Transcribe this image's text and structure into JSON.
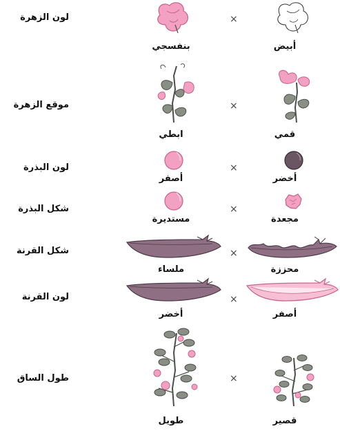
{
  "traits": [
    {
      "name": "لون الزهرة",
      "left": "بنفسجي",
      "right": "أبيض"
    },
    {
      "name": "موقع الزهرة",
      "left": "ابطي",
      "right": "قمي"
    },
    {
      "name": "لون البذرة",
      "left": "أصفر",
      "right": "أخضر"
    },
    {
      "name": "شكل البذرة",
      "left": "مستديرة",
      "right": "مجعدة"
    },
    {
      "name": "شكل القرنة",
      "left": "ملساء",
      "right": "محززة"
    },
    {
      "name": "لون القرنة",
      "left": "أخضر",
      "right": "أصفر"
    },
    {
      "name": "طول الساق",
      "left": "طويل",
      "right": "قصير"
    }
  ],
  "cross_symbol": "×",
  "colors": {
    "pink": "#f2a1c2",
    "pink_dark": "#c9628c",
    "purple": "#8f6f83",
    "purple_dark": "#4e3a48",
    "dark_seed": "#6a5563",
    "leaf": "#8a8f86",
    "leaf_dark": "#4a4f48"
  }
}
